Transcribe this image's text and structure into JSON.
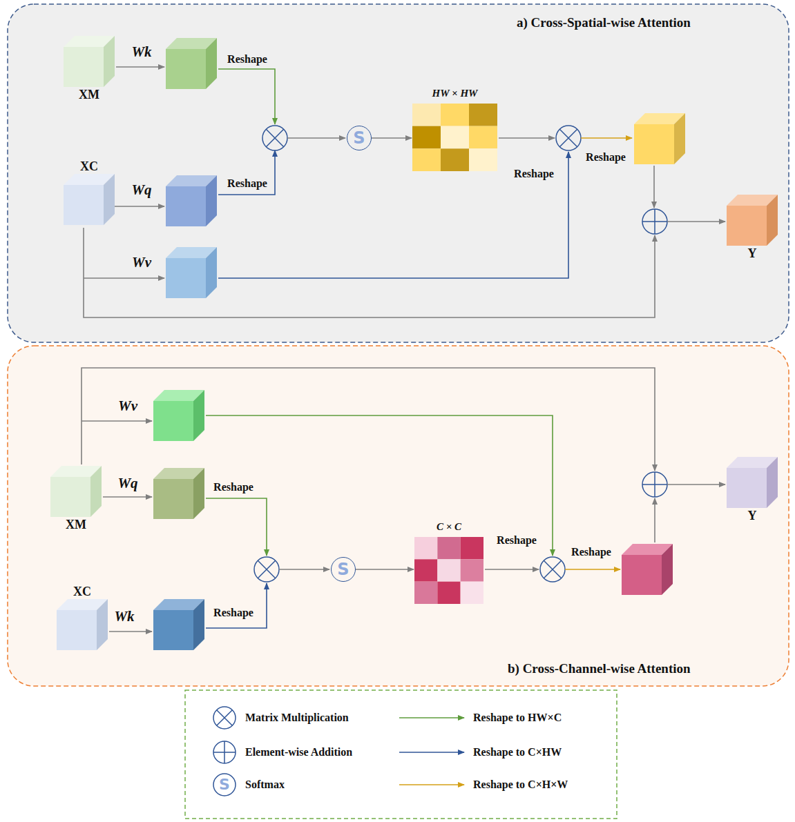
{
  "diagram": {
    "nodes": [
      {
        "text": [
          "a) Cross-Spatial-wise Attention"
        ]
      },
      {
        "text": [
          "XM"
        ],
        "in": 0
      },
      {
        "text": [
          "XC"
        ],
        "in": 0
      },
      {
        "text": [
          "S"
        ],
        "in": 0
      },
      {
        "text": [
          "HW × HW"
        ],
        "in": 0
      },
      {
        "text": [
          "Y"
        ],
        "in": 0
      },
      {
        "text": [
          "b) Cross-Channel-wise Attention"
        ]
      },
      {
        "text": [
          "XM"
        ],
        "in": 6
      },
      {
        "text": [
          "XC"
        ],
        "in": 6
      },
      {
        "text": [
          "S"
        ],
        "in": 6
      },
      {
        "text": [
          "C × C"
        ],
        "in": 6
      },
      {
        "text": [
          "Y"
        ],
        "in": 6
      }
    ],
    "edges": [
      {
        "from": 3,
        "to": 4,
        "arrow": "to"
      },
      {
        "from": 9,
        "to": 10,
        "arrow": "to"
      }
    ],
    "labels": [
      "Wk",
      "Reshape",
      "Wq",
      "Reshape",
      "Wv",
      "Reshape",
      "Reshape",
      "Wv",
      "Wq",
      "Reshape",
      "Wk",
      "Reshape",
      "Reshape",
      "Reshape",
      "S"
    ],
    "legend": [
      {
        "text": "Matrix Multiplication"
      },
      {
        "text": "Element-wise Addition"
      },
      {
        "text": "Softmax"
      },
      {
        "text": "Reshape to HW×C"
      },
      {
        "text": "Reshape to C×HW"
      },
      {
        "text": "Reshape to C×H×W"
      }
    ]
  }
}
